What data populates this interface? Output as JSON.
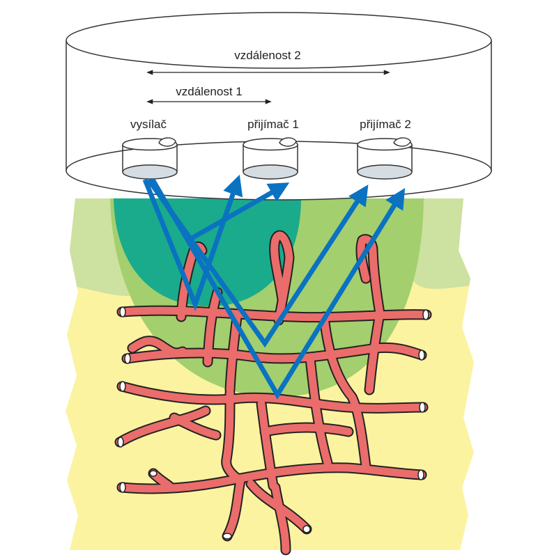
{
  "labels": {
    "distance_2": "vzdálenost 2",
    "distance_1": "vzdálenost 1",
    "transmitter": "vysílač",
    "receiver_1": "přijímač 1",
    "receiver_2": "přijímač 2"
  },
  "colors": {
    "tissue_yellow": "#fbf3a0",
    "tissue_light_green": "#cde1a0",
    "penetration_green": "#a3cf6e",
    "penetration_teal": "#1aab8c",
    "vessel_red": "#ea6d6c",
    "vessel_outline": "#222222",
    "light_path_blue": "#0b72c2",
    "probe_outline": "#333333"
  },
  "icons": [
    "transmitter-optode-icon",
    "receiver-optode-icon",
    "blood-vessel-network"
  ]
}
